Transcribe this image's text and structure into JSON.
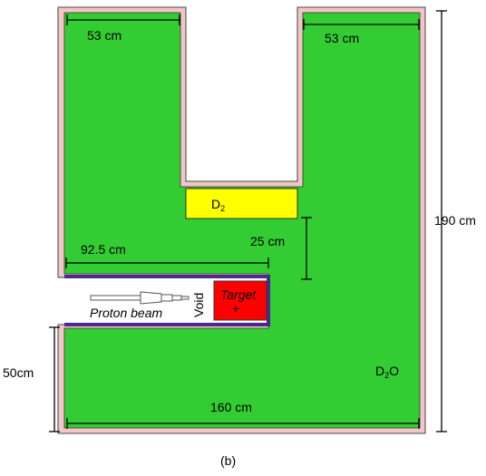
{
  "labels": {
    "top_left_width": "53 cm",
    "top_right_width": "53 cm",
    "d2": "D",
    "d2_sub": "2",
    "gap_height": "25 cm",
    "channel_length": "92.5 cm",
    "total_height": "190 cm",
    "void": "Void",
    "target": "Target",
    "target_mark": "+",
    "proton_beam": "Proton beam",
    "lower_height": "50cm",
    "d2o_main": "D",
    "d2o_sub": "2",
    "d2o_end": "O",
    "bottom_width": "160 cm",
    "caption": "(b)"
  },
  "colors": {
    "moderator": "#33cc33",
    "wall": "#f2c6c6",
    "wall_edge": "#444444",
    "d2_fill": "#ffff00",
    "target_fill": "#ff0000",
    "liner": "#4b2a8c"
  }
}
